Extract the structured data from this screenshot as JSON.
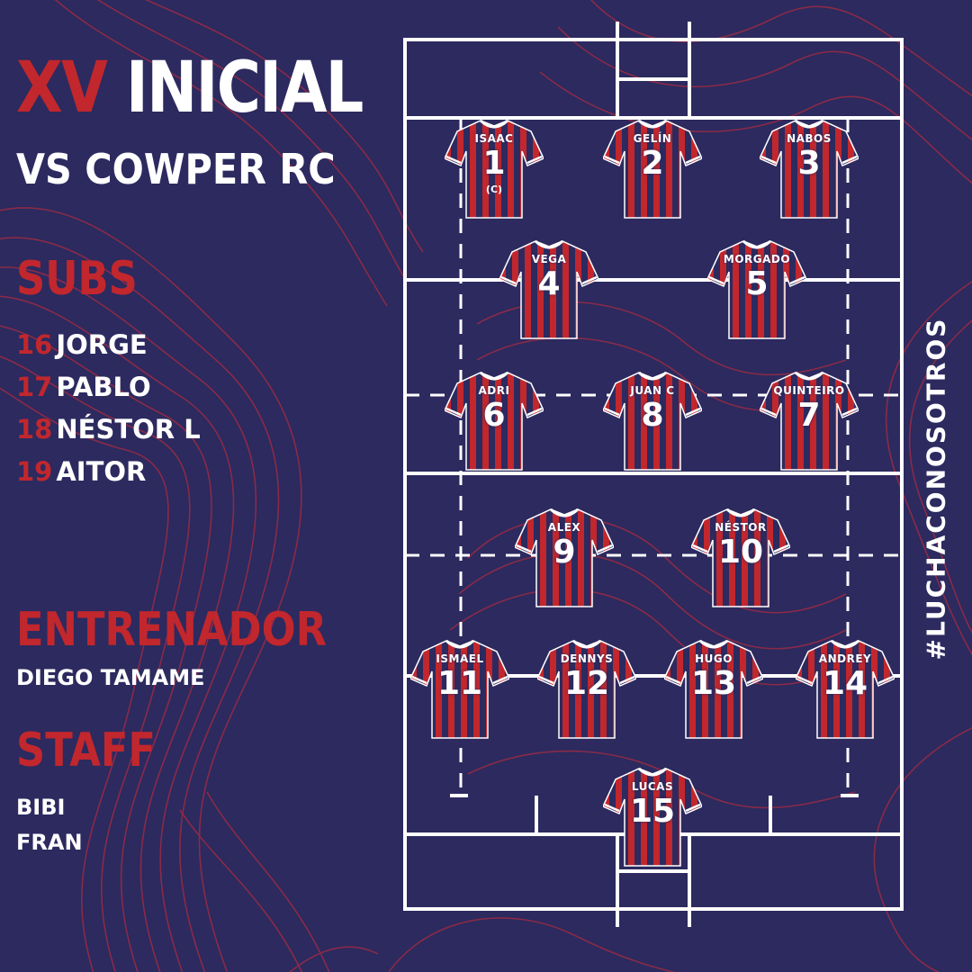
{
  "title": {
    "highlight": "XV",
    "rest": "INICIAL"
  },
  "subtitle": "VS COWPER RC",
  "subs": {
    "heading": "SUBS",
    "items": [
      {
        "number": "16",
        "name": "JORGE"
      },
      {
        "number": "17",
        "name": "PABLO"
      },
      {
        "number": "18",
        "name": "NÉSTOR L"
      },
      {
        "number": "19",
        "name": "AITOR"
      }
    ]
  },
  "coach": {
    "heading": "ENTRENADOR",
    "name": "DIEGO TAMAME"
  },
  "staff": {
    "heading": "STAFF",
    "members": [
      "BIBI",
      "FRAN"
    ]
  },
  "hashtag": "#LUCHACONOSOTROS",
  "players": [
    {
      "number": "1",
      "name": "ISAAC",
      "captain": "(C)"
    },
    {
      "number": "2",
      "name": "GELÍN"
    },
    {
      "number": "3",
      "name": "NABOS"
    },
    {
      "number": "4",
      "name": "VEGA"
    },
    {
      "number": "5",
      "name": "MORGADO"
    },
    {
      "number": "6",
      "name": "ADRI"
    },
    {
      "number": "8",
      "name": "JUAN C"
    },
    {
      "number": "7",
      "name": "QUINTEIRO"
    },
    {
      "number": "9",
      "name": "ALEX"
    },
    {
      "number": "10",
      "name": "NÉSTOR"
    },
    {
      "number": "11",
      "name": "ISMAEL"
    },
    {
      "number": "12",
      "name": "DENNYS"
    },
    {
      "number": "13",
      "name": "HUGO"
    },
    {
      "number": "14",
      "name": "ANDREY"
    },
    {
      "number": "15",
      "name": "LUCAS"
    }
  ],
  "colors": {
    "background": "#2c2a5f",
    "accent_red": "#c1272d",
    "text": "#ffffff",
    "contour_lines": "#9a2a44"
  }
}
